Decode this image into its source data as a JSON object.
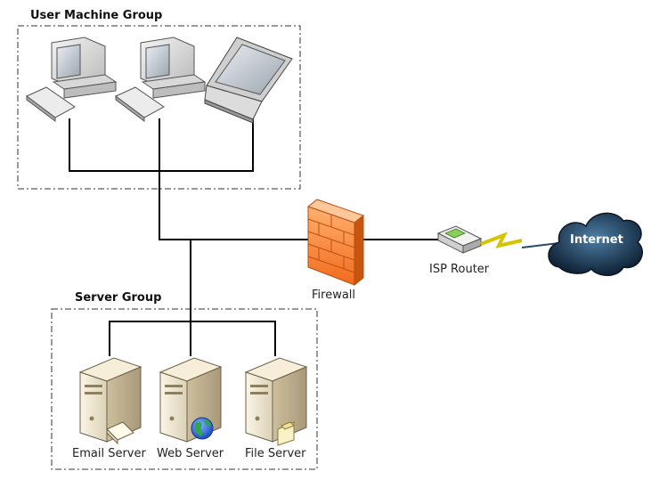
{
  "groups": {
    "user_machine": "User Machine Group",
    "server": "Server Group"
  },
  "devices": {
    "firewall": "Firewall",
    "isp_router": "ISP Router",
    "internet": "Internet",
    "email_server": "Email Server",
    "web_server": "Web Server",
    "file_server": "File Server"
  },
  "colors": {
    "firewall": "#f07a2a",
    "cloud": "#1f3b57",
    "lightning": "#e6e600",
    "line": "#000000"
  }
}
